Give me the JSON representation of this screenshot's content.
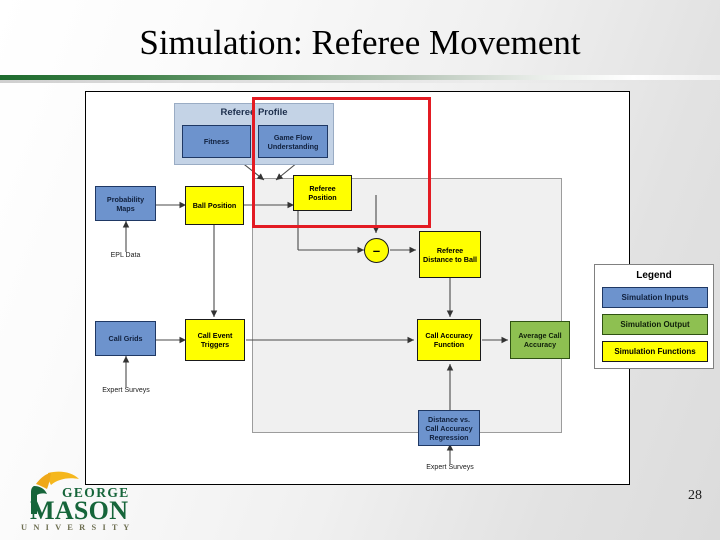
{
  "slide": {
    "title": "Simulation: Referee Movement",
    "page_number": "28",
    "accent_green": "#1e6b2e",
    "highlight_color": "#e31b23"
  },
  "diagram": {
    "profile_group": {
      "title": "Referee Profile",
      "children": [
        {
          "label": "Fitness",
          "color": "#6d93cd"
        },
        {
          "label": "Game Flow Understanding",
          "color": "#6d93cd"
        }
      ]
    },
    "nodes": [
      {
        "id": "probability-maps",
        "label": "Probability Maps",
        "color": "#6d93cd",
        "kind": "input"
      },
      {
        "id": "call-grids",
        "label": "Call Grids",
        "color": "#6d93cd",
        "kind": "input"
      },
      {
        "id": "ball-position",
        "label": "Ball Position",
        "color": "#ffff00",
        "kind": "function"
      },
      {
        "id": "referee-position",
        "label": "Referee Position",
        "color": "#ffff00",
        "kind": "function"
      },
      {
        "id": "referee-distance-to-ball",
        "label": "Referee Distance to Ball",
        "color": "#ffff00",
        "kind": "function"
      },
      {
        "id": "call-event-triggers",
        "label": "Call Event Triggers",
        "color": "#ffff00",
        "kind": "function"
      },
      {
        "id": "call-accuracy-function",
        "label": "Call Accuracy Function",
        "color": "#ffff00",
        "kind": "function"
      },
      {
        "id": "average-call-accuracy",
        "label": "Average Call Accuracy",
        "color": "#8ec051",
        "kind": "output"
      },
      {
        "id": "distance-vs-call-accuracy-regression",
        "label": "Distance vs. Call Accuracy Regression",
        "color": "#6d93cd",
        "kind": "input"
      }
    ],
    "operator": {
      "id": "minus-operator",
      "symbol": "–"
    },
    "captions": [
      {
        "id": "epl-data",
        "text": "EPL Data"
      },
      {
        "id": "expert-surveys-call-grids",
        "text": "Expert Surveys"
      },
      {
        "id": "expert-surveys-regression",
        "text": "Expert Surveys"
      }
    ]
  },
  "legend": {
    "title": "Legend",
    "items": [
      {
        "label": "Simulation Inputs",
        "color": "#6d93cd"
      },
      {
        "label": "Simulation Output",
        "color": "#8ec051"
      },
      {
        "label": "Simulation Functions",
        "color": "#ffff00"
      }
    ]
  },
  "logo": {
    "line1": "GEORGE",
    "line2": "MASON",
    "line3": "U N I V E R S I T Y"
  }
}
